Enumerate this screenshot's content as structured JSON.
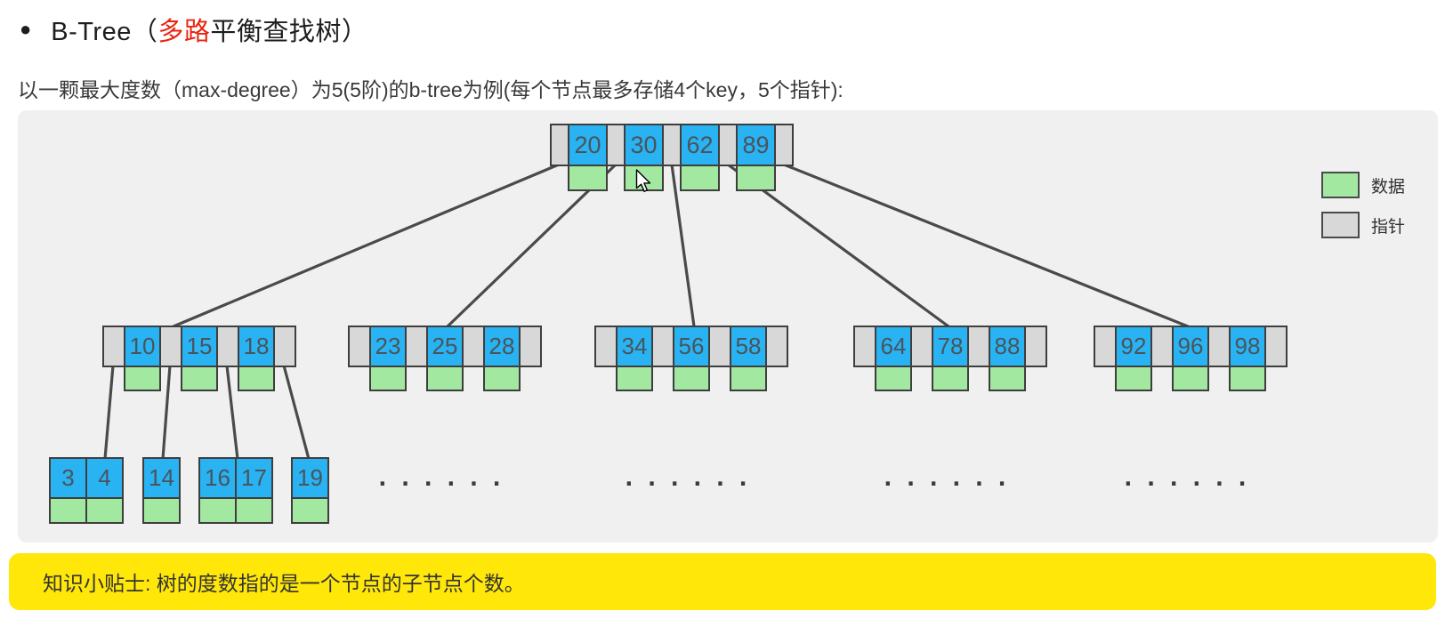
{
  "title": {
    "bullet": "●",
    "prefix": "B-Tree（",
    "highlight": "多路",
    "suffix": "平衡查找树）"
  },
  "subtitle": "以一颗最大度数（max-degree）为5(5阶)的b-tree为例(每个节点最多存储4个key，5个指针):",
  "diagram": {
    "root": {
      "keys": [
        "20",
        "30",
        "62",
        "89"
      ]
    },
    "internal_nodes": [
      {
        "keys": [
          "10",
          "15",
          "18"
        ]
      },
      {
        "keys": [
          "23",
          "25",
          "28"
        ]
      },
      {
        "keys": [
          "34",
          "56",
          "58"
        ]
      },
      {
        "keys": [
          "64",
          "78",
          "88"
        ]
      },
      {
        "keys": [
          "92",
          "96",
          "98"
        ]
      }
    ],
    "leaf_nodes": [
      {
        "keys": [
          "3",
          "4"
        ]
      },
      {
        "keys": [
          "14"
        ]
      },
      {
        "keys": [
          "16",
          "17"
        ]
      },
      {
        "keys": [
          "19"
        ]
      }
    ],
    "ellipsis": "......"
  },
  "legend": {
    "items": [
      {
        "label": "数据",
        "color": "#a3e8a0"
      },
      {
        "label": "指针",
        "color": "#d8d8d8"
      }
    ]
  },
  "note": "知识小贴士: 树的度数指的是一个节点的子节点个数。",
  "colors": {
    "key_fill": "#29b3f2",
    "data_fill": "#a3e8a0",
    "pointer_fill": "#d8d8d8",
    "cell_border": "#3e3e3e",
    "edge_line": "#4a4a4a",
    "highlight_red": "#e8250f",
    "note_bg": "#ffe70a",
    "panel_bg": "#f0f0f1"
  }
}
